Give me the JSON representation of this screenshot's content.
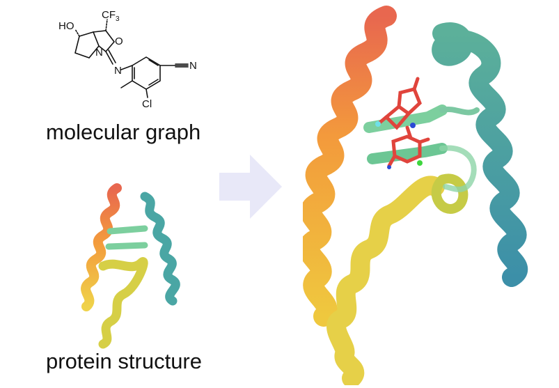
{
  "molecule": {
    "labels": {
      "hydroxyl": "HO",
      "trifluoromethyl_main": "CF",
      "trifluoromethyl_sub": "3",
      "ring_oxygen": "O",
      "ring_nitrogen": "N",
      "imine_nitrogen": "N",
      "nitrile_nitrogen": "N",
      "chlorine": "Cl"
    }
  },
  "captions": {
    "molecular_graph": "molecular graph",
    "protein_structure": "protein structure"
  },
  "colors": {
    "helix_red": "#e8674f",
    "helix_orange": "#f39a3c",
    "helix_yellow": "#efd24a",
    "helix_lime": "#c9d14a",
    "sheet_green": "#7ccf9e",
    "helix_teal": "#4aa6a4",
    "helix_blue_teal": "#3c8fa8",
    "ligand_red": "#e0443c",
    "arrow_fill": "#e8e8f8"
  }
}
